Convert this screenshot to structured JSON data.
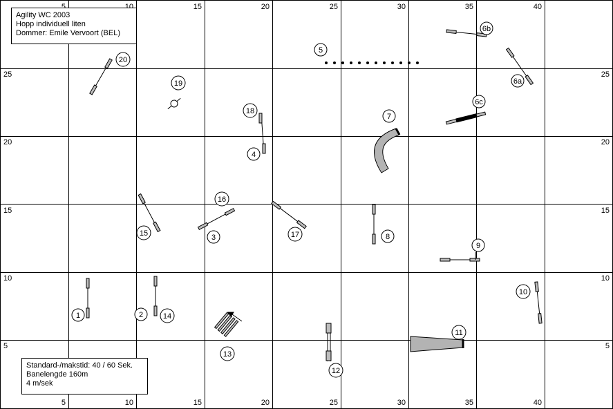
{
  "header": {
    "title": "Agility WC 2003",
    "class_name": "Hopp individuell liten",
    "judge": "Dommer: Emile Vervoort (BEL)"
  },
  "footer": {
    "time": "Standard-/makstid: 40 / 60 Sek.",
    "length": "Banelengde 160m",
    "speed": "4 m/sek"
  },
  "grid": {
    "top_labels": [
      "5",
      "10",
      "15",
      "20",
      "25",
      "30",
      "35",
      "40"
    ],
    "bottom_labels": [
      "5",
      "10",
      "15",
      "20",
      "25",
      "30",
      "35",
      "40"
    ],
    "left_labels": [
      "25",
      "20",
      "15",
      "10",
      "5"
    ],
    "right_labels": [
      "25",
      "20",
      "15",
      "10",
      "5"
    ]
  },
  "obstacles": [
    {
      "id": "1",
      "kind": "jump"
    },
    {
      "id": "2",
      "kind": "jump"
    },
    {
      "id": "3",
      "kind": "jump"
    },
    {
      "id": "4",
      "kind": "jump"
    },
    {
      "id": "5",
      "kind": "weave-poles"
    },
    {
      "id": "6a",
      "kind": "jump"
    },
    {
      "id": "6b",
      "kind": "jump"
    },
    {
      "id": "6c",
      "kind": "wall"
    },
    {
      "id": "7",
      "kind": "tunnel"
    },
    {
      "id": "8",
      "kind": "jump"
    },
    {
      "id": "9",
      "kind": "long-jump"
    },
    {
      "id": "10",
      "kind": "jump"
    },
    {
      "id": "11",
      "kind": "collapsed-tunnel"
    },
    {
      "id": "12",
      "kind": "double-jump"
    },
    {
      "id": "13",
      "kind": "long-jump"
    },
    {
      "id": "14",
      "kind": "jump"
    },
    {
      "id": "15",
      "kind": "jump"
    },
    {
      "id": "16",
      "kind": "jump"
    },
    {
      "id": "17",
      "kind": "jump"
    },
    {
      "id": "18",
      "kind": "jump"
    },
    {
      "id": "19",
      "kind": "tyre"
    },
    {
      "id": "20",
      "kind": "jump"
    }
  ]
}
